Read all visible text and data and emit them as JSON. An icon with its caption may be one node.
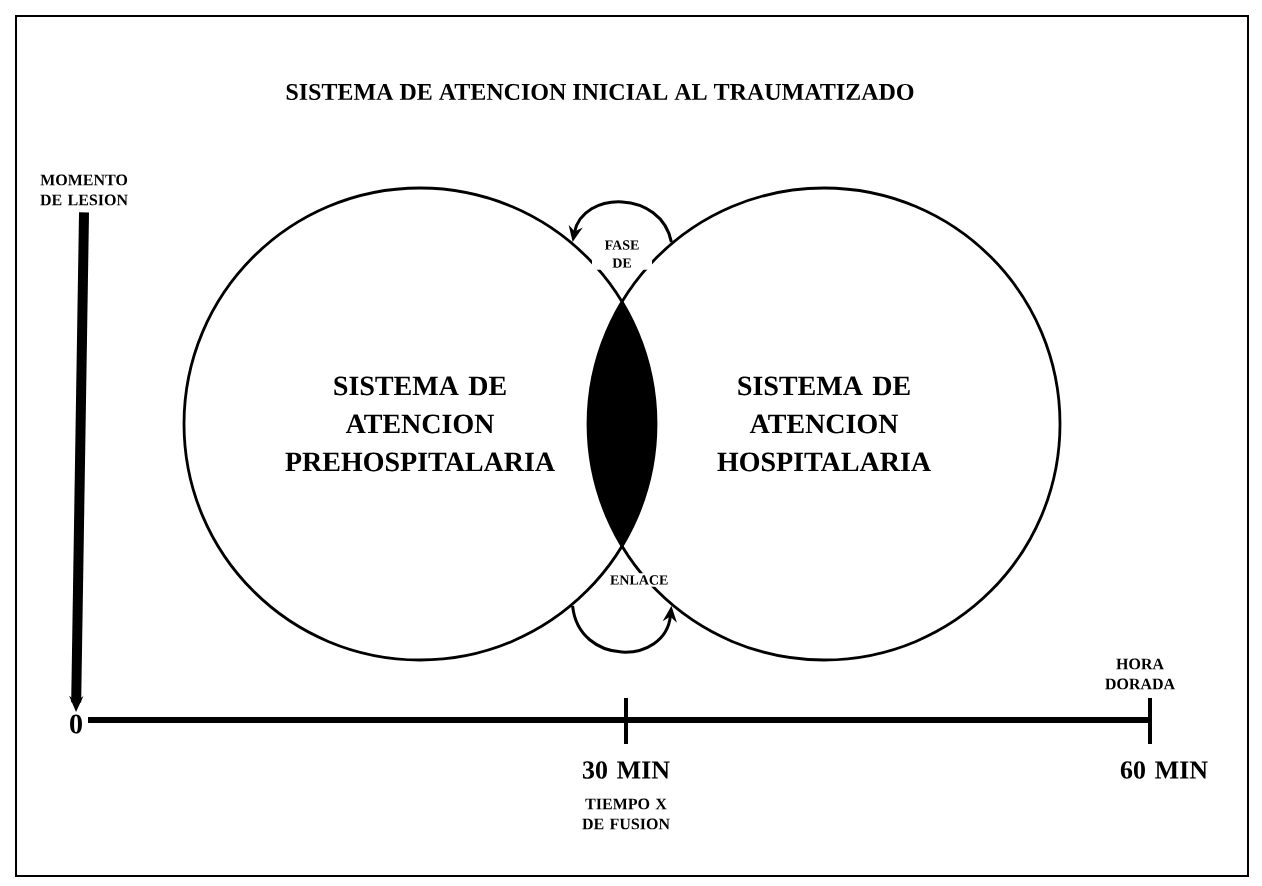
{
  "diagram": {
    "title": "SISTEMA DE ATENCION INICIAL AL TRAUMATIZADO",
    "nodes": [
      {
        "text": [
          "SISTEMA DE ATENCION PREHOSPITALARIA"
        ]
      },
      {
        "text": [
          "SISTEMA DE ATENCION HOSPITALARIA"
        ]
      },
      {
        "text": [
          "MOMENTO DE LESION"
        ]
      },
      {
        "text": [
          "0"
        ]
      },
      {
        "text": [],
        "shape": "lens"
      }
    ],
    "edges": [
      {
        "from": 2,
        "to": 3,
        "arrow": "to",
        "style": "thick"
      },
      {
        "from": 1,
        "to": 0,
        "arrow": "to",
        "label": "FASE DE"
      },
      {
        "from": 0,
        "to": 1,
        "arrow": "to",
        "label": "ENLACE"
      }
    ],
    "labels": [
      "HORA DORADA",
      "30 MIN",
      "60 MIN",
      "TIEMPO X DE FUSION"
    ]
  }
}
